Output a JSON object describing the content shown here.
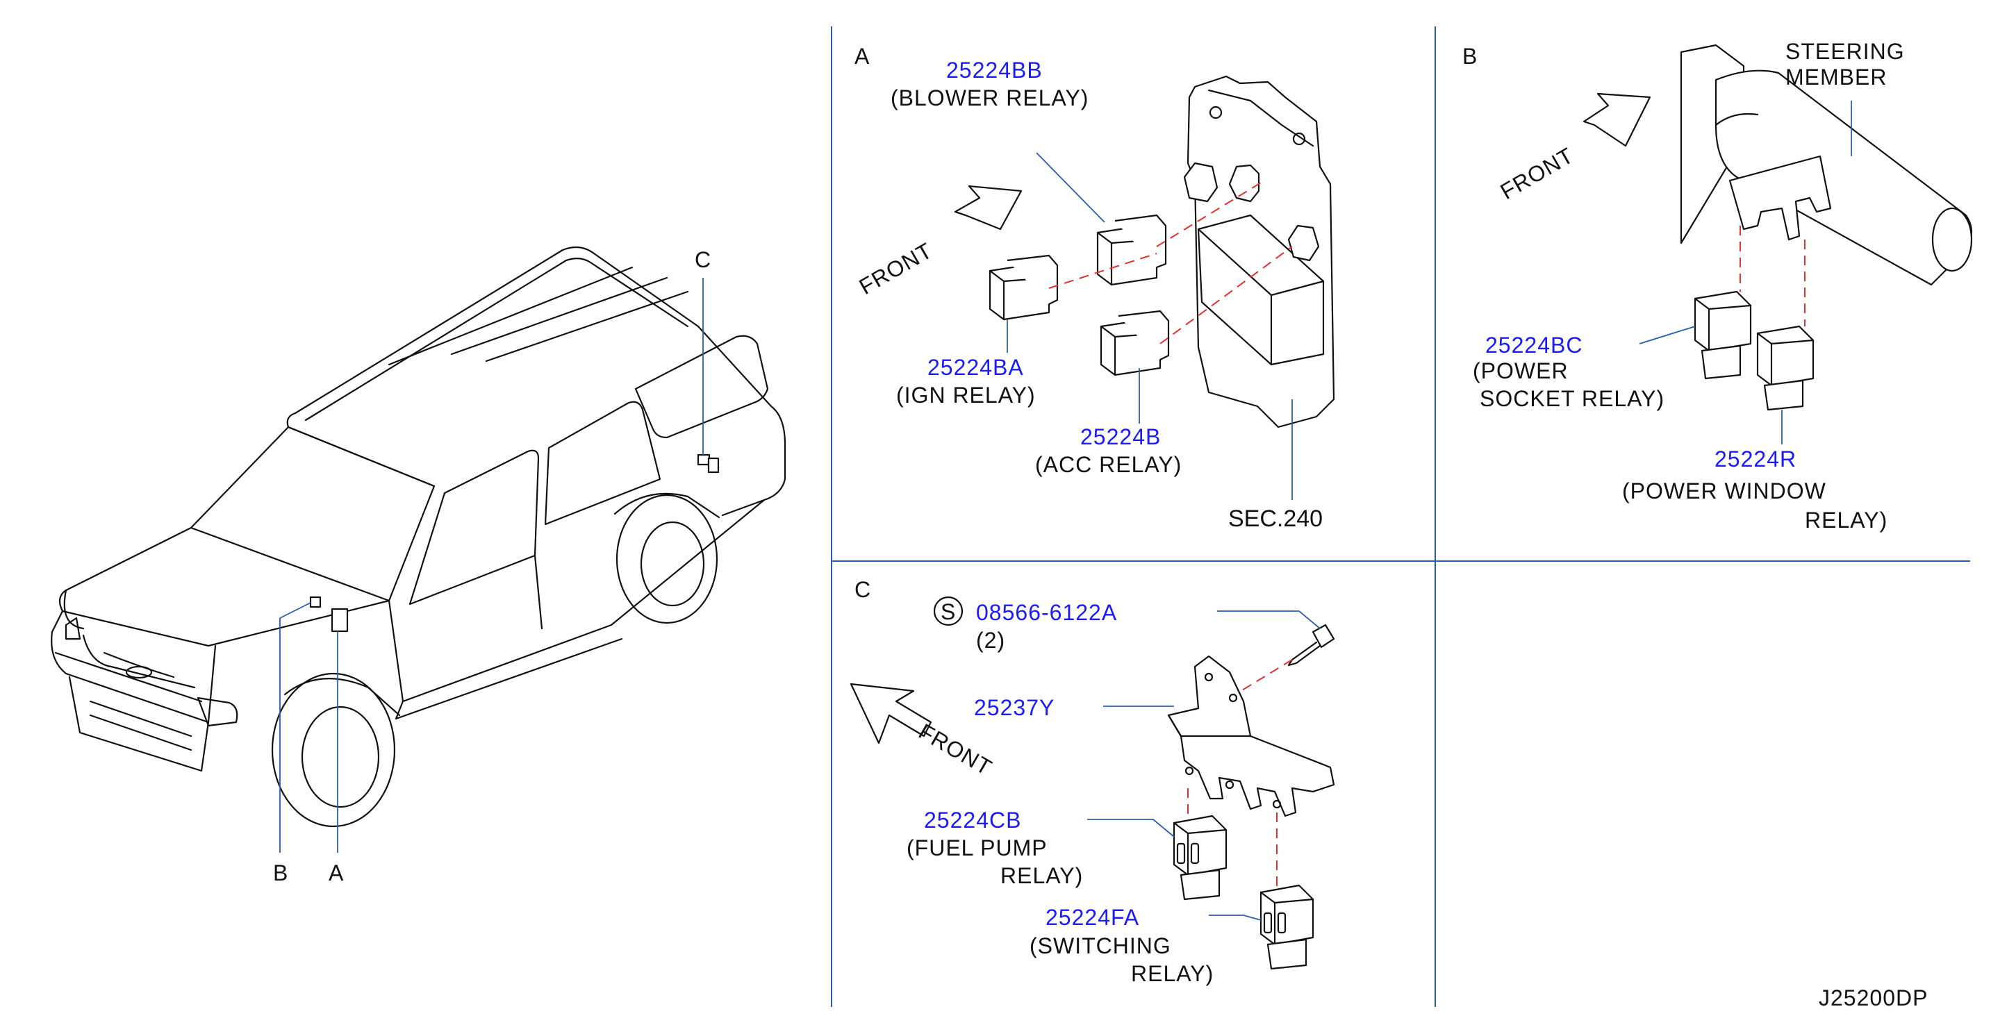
{
  "diagram_code": "J25200DP",
  "overview": {
    "callouts": [
      "C",
      "B",
      "A"
    ]
  },
  "section_a": {
    "letter": "A",
    "front": "FRONT",
    "blower_pn": "25224BB",
    "blower_name": "(BLOWER   RELAY)",
    "ign_pn": "25224BA",
    "ign_name": "(IGN   RELAY)",
    "acc_pn": "25224B",
    "acc_name": "(ACC   RELAY)",
    "sec_ref": "SEC.240"
  },
  "section_b": {
    "letter": "B",
    "front": "FRONT",
    "steering_line1": "STEERING",
    "steering_line2": "MEMBER",
    "socket_pn": "25224BC",
    "socket_line1": "(POWER",
    "socket_line2": "SOCKET   RELAY)",
    "window_pn": "25224R",
    "window_line1": "(POWER   WINDOW",
    "window_line2": "RELAY)"
  },
  "section_c": {
    "letter": "C",
    "front": "FRONT",
    "screw_symbol": "S",
    "screw_pn": "08566-6122A",
    "screw_qty": "(2)",
    "bracket_pn": "25237Y",
    "fuel_pn": "25224CB",
    "fuel_line1": "(FUEL   PUMP",
    "fuel_line2": "RELAY)",
    "switch_pn": "25224FA",
    "switch_line1": "(SWITCHING",
    "switch_line2": "RELAY)"
  }
}
